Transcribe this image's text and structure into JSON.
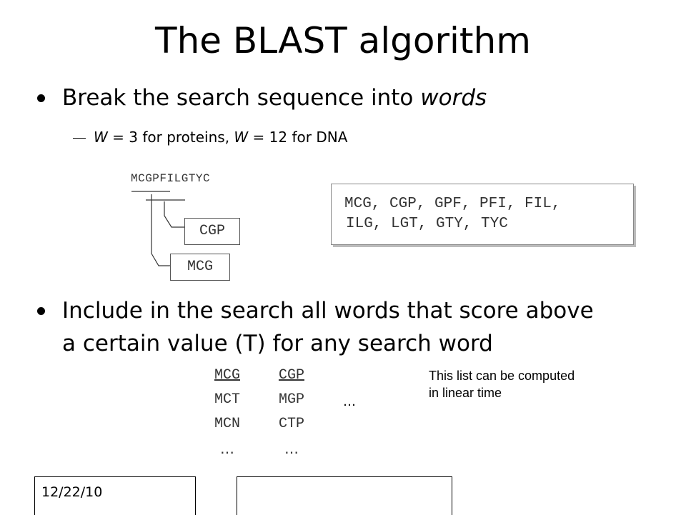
{
  "slide": {
    "title": "The BLAST algorithm",
    "bullet1": {
      "prefix": "Break the search sequence into ",
      "emphasis": "words"
    },
    "sub_bullet": {
      "w1_var": "W",
      "w1_rest": " = 3 for proteins, ",
      "w2_var": "W",
      "w2_rest": " = 12 for DNA"
    },
    "sequence": "MCGPFILGTYC",
    "word_boxes": {
      "cgp": "CGP",
      "mcg": "MCG"
    },
    "words_list": {
      "line1": "MCG, CGP, GPF, PFI, FIL,",
      "line2": "ILG, LGT, GTY, TYC"
    },
    "bullet2": {
      "line1": "Include in the search all words that score above",
      "line2": "a certain value (T) for any search word"
    },
    "neighbor_columns": {
      "col1": [
        "MCG",
        "MCT",
        "MCN",
        "…"
      ],
      "col2": [
        "CGP",
        "MGP",
        "CTP",
        "…"
      ],
      "ellipsis": "…"
    },
    "note": {
      "line1": "This list can be computed",
      "line2": "in linear time"
    },
    "footer": {
      "date": "12/22/10",
      "center": ""
    }
  }
}
